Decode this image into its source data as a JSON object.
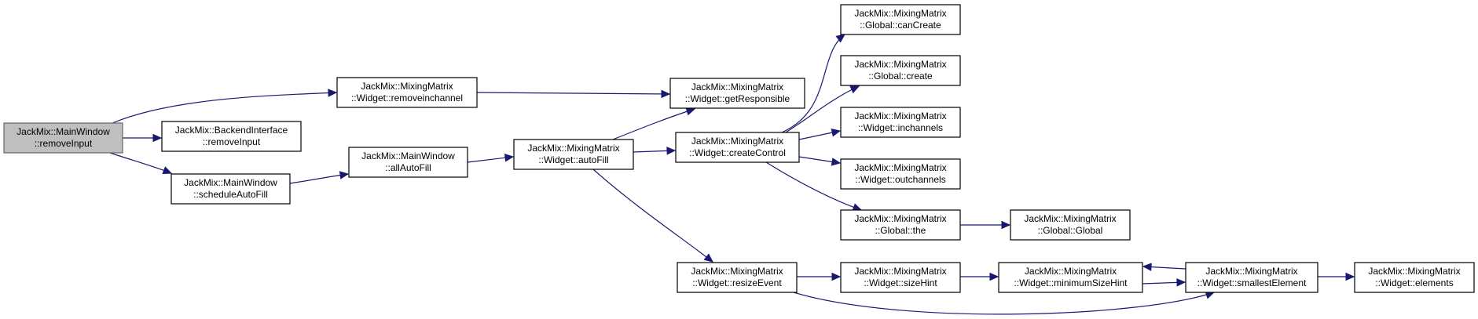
{
  "diagram": {
    "nodes": [
      {
        "id": "removeInput",
        "line1": "JackMix::MainWindow",
        "line2": "::removeInput",
        "root": true
      },
      {
        "id": "removeinchannel",
        "line1": "JackMix::MixingMatrix",
        "line2": "::Widget::removeinchannel"
      },
      {
        "id": "beRemoveInput",
        "line1": "JackMix::BackendInterface",
        "line2": "::removeInput"
      },
      {
        "id": "scheduleAutoFill",
        "line1": "JackMix::MainWindow",
        "line2": "::scheduleAutoFill"
      },
      {
        "id": "allAutoFill",
        "line1": "JackMix::MainWindow",
        "line2": "::allAutoFill"
      },
      {
        "id": "autoFill",
        "line1": "JackMix::MixingMatrix",
        "line2": "::Widget::autoFill"
      },
      {
        "id": "getResponsible",
        "line1": "JackMix::MixingMatrix",
        "line2": "::Widget::getResponsible"
      },
      {
        "id": "createControl",
        "line1": "JackMix::MixingMatrix",
        "line2": "::Widget::createControl"
      },
      {
        "id": "resizeEvent",
        "line1": "JackMix::MixingMatrix",
        "line2": "::Widget::resizeEvent"
      },
      {
        "id": "canCreate",
        "line1": "JackMix::MixingMatrix",
        "line2": "::Global::canCreate"
      },
      {
        "id": "create",
        "line1": "JackMix::MixingMatrix",
        "line2": "::Global::create"
      },
      {
        "id": "inchannels",
        "line1": "JackMix::MixingMatrix",
        "line2": "::Widget::inchannels"
      },
      {
        "id": "outchannels",
        "line1": "JackMix::MixingMatrix",
        "line2": "::Widget::outchannels"
      },
      {
        "id": "the",
        "line1": "JackMix::MixingMatrix",
        "line2": "::Global::the"
      },
      {
        "id": "sizeHint",
        "line1": "JackMix::MixingMatrix",
        "line2": "::Widget::sizeHint"
      },
      {
        "id": "Global",
        "line1": "JackMix::MixingMatrix",
        "line2": "::Global::Global"
      },
      {
        "id": "minimumSizeHint",
        "line1": "JackMix::MixingMatrix",
        "line2": "::Widget::minimumSizeHint"
      },
      {
        "id": "smallestElement",
        "line1": "JackMix::MixingMatrix",
        "line2": "::Widget::smallestElement"
      },
      {
        "id": "elements",
        "line1": "JackMix::MixingMatrix",
        "line2": "::Widget::elements"
      }
    ],
    "edges": [
      {
        "from": "removeInput",
        "to": "removeinchannel"
      },
      {
        "from": "removeInput",
        "to": "beRemoveInput"
      },
      {
        "from": "removeInput",
        "to": "scheduleAutoFill"
      },
      {
        "from": "removeinchannel",
        "to": "getResponsible"
      },
      {
        "from": "scheduleAutoFill",
        "to": "allAutoFill"
      },
      {
        "from": "allAutoFill",
        "to": "autoFill"
      },
      {
        "from": "autoFill",
        "to": "getResponsible"
      },
      {
        "from": "autoFill",
        "to": "createControl"
      },
      {
        "from": "autoFill",
        "to": "resizeEvent"
      },
      {
        "from": "createControl",
        "to": "canCreate"
      },
      {
        "from": "createControl",
        "to": "create"
      },
      {
        "from": "createControl",
        "to": "inchannels"
      },
      {
        "from": "createControl",
        "to": "outchannels"
      },
      {
        "from": "createControl",
        "to": "the"
      },
      {
        "from": "the",
        "to": "Global"
      },
      {
        "from": "resizeEvent",
        "to": "sizeHint"
      },
      {
        "from": "resizeEvent",
        "to": "smallestElement"
      },
      {
        "from": "sizeHint",
        "to": "minimumSizeHint"
      },
      {
        "from": "minimumSizeHint",
        "to": "smallestElement"
      },
      {
        "from": "smallestElement",
        "to": "minimumSizeHint"
      },
      {
        "from": "smallestElement",
        "to": "elements"
      }
    ]
  },
  "colors": {
    "edge": "#191970",
    "root_fill": "#bfbfbf",
    "node_fill": "#ffffff",
    "node_border": "#000000"
  }
}
